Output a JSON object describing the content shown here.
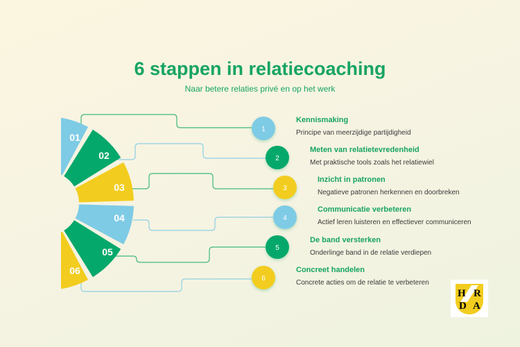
{
  "title": "6 stappen in relatiecoaching",
  "subtitle": "Naar betere relaties privé en op het werk",
  "colors": {
    "blue": "#7ecbe5",
    "green": "#05a86b",
    "yellow": "#f2cd1f",
    "text_green": "#17a463"
  },
  "steps": [
    {
      "segment": "01",
      "number": "1",
      "title": "Kennismaking",
      "description": "Principe van meerzijdige partijdigheid",
      "color": "blue"
    },
    {
      "segment": "02",
      "number": "2",
      "title": "Meten van relatietevredenheid",
      "description": "Met praktische tools zoals het relatiewiel",
      "color": "green"
    },
    {
      "segment": "03",
      "number": "3",
      "title": "Inzicht in patronen",
      "description": "Negatieve patronen herkennen en doorbreken",
      "color": "yellow"
    },
    {
      "segment": "04",
      "number": "4",
      "title": "Communicatie verbeteren",
      "description": "Actief leren luisteren en effectiever communiceren",
      "color": "blue"
    },
    {
      "segment": "05",
      "number": "5",
      "title": "De band versterken",
      "description": "Onderlinge band in de relatie verdiepen",
      "color": "green"
    },
    {
      "segment": "06",
      "number": "6",
      "title": "Concreet handelen",
      "description": "Concrete acties om de relatie te verbeteren",
      "color": "yellow"
    }
  ],
  "logo": {
    "letters": [
      "H",
      "R",
      "D",
      "A"
    ]
  }
}
